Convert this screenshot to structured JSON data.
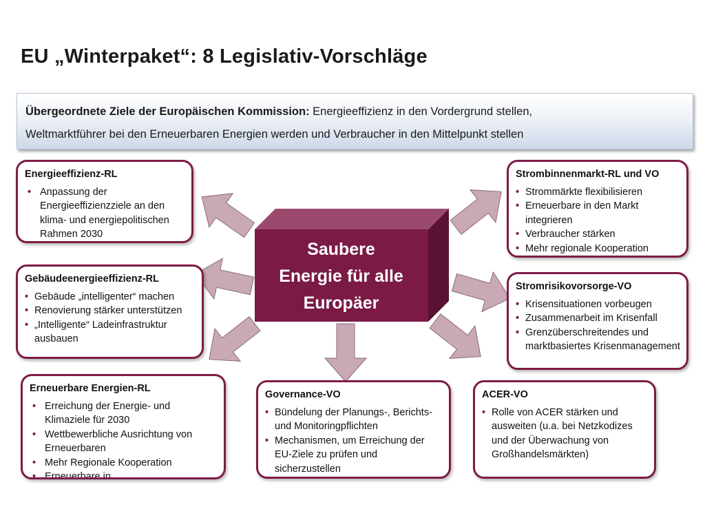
{
  "slide": {
    "title": "EU „Winterpaket“: 8 Legislativ-Vorschläge"
  },
  "goal_banner": {
    "label": "Übergeordnete Ziele der Europäischen Kommission:",
    "text_line1": " Energieeffizienz in den Vordergrund stellen,",
    "text_line2": "Weltmarktführer bei den Erneuerbaren Energien werden und Verbraucher in den Mittelpunkt stellen"
  },
  "center": {
    "line1": "Saubere",
    "line2": "Energie für alle",
    "line3": "Europäer"
  },
  "boxes": {
    "energieeffizienz": {
      "title": "Energieeffizienz-RL",
      "items": [
        "Anpassung der Energieeffizienzziele an den klima- und energiepolitischen Rahmen 2030"
      ]
    },
    "gebaeude": {
      "title": "Gebäudeenergieeffizienz-RL",
      "items": [
        "Gebäude „intelligenter“ machen",
        "Renovierung stärker unterstützen",
        "„Intelligente“ Ladeinfrastruktur ausbauen"
      ]
    },
    "erneuerbare": {
      "title": "Erneuerbare Energien-RL",
      "items": [
        "Erreichung der Energie- und Klimaziele für 2030",
        "Wettbewerbliche Ausrichtung von Erneuerbaren",
        "Mehr Regionale Kooperation",
        "Erneuerbare in"
      ]
    },
    "governance": {
      "title": "Governance-VO",
      "items": [
        "Bündelung der Planungs-, Berichts- und Monitoringpflichten",
        "Mechanismen, um Erreichung der EU-Ziele zu prüfen und sicherzustellen"
      ]
    },
    "acer": {
      "title": "ACER-VO",
      "items": [
        "Rolle von ACER stärken und ausweiten (u.a. bei Netzkodizes und der Überwachung von Großhandelsmärkten)"
      ]
    },
    "strombinnenmarkt": {
      "title": "Strombinnenmarkt-RL und VO",
      "items": [
        "Strommärkte flexibilisieren",
        "Erneuerbare in den Markt integrieren",
        "Verbraucher stärken",
        "Mehr regionale Kooperation"
      ]
    },
    "stromrisiko": {
      "title": "Stromrisikovorsorge-VO",
      "items": [
        "Krisensituationen vorbeugen",
        "Zusammenarbeit im Krisenfall",
        "Grenzüberschreitendes und marktbasiertes Krisenmanagement"
      ]
    }
  },
  "colors": {
    "brand": "#7d1b45",
    "cube_front": "#7a1a45",
    "cube_top": "#9b4a6e",
    "cube_side": "#5a1232",
    "arrow": "#c9a9b5",
    "arrow_stroke": "#8a6a78"
  }
}
